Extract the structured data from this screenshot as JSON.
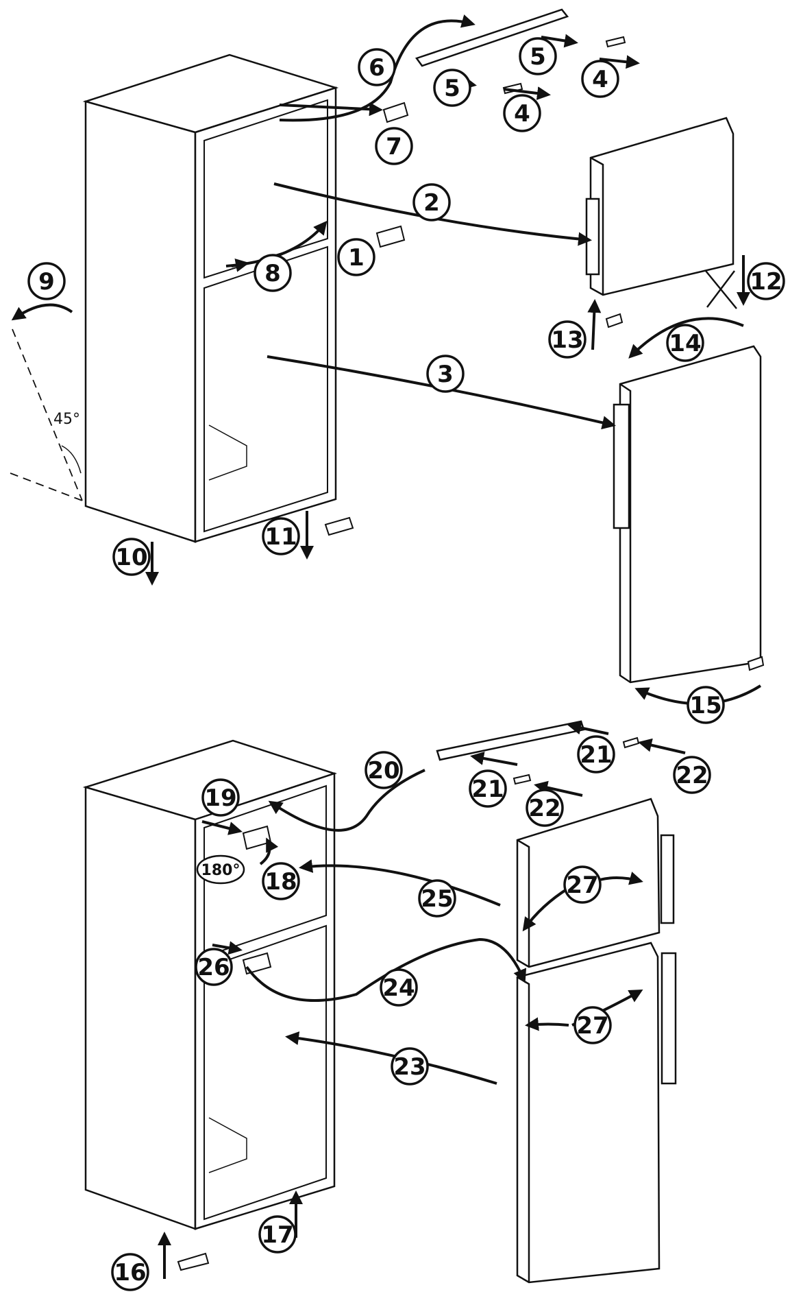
{
  "step_labels": [
    "1",
    "2",
    "3",
    "4",
    "5",
    "6",
    "7",
    "8",
    "9",
    "10",
    "11",
    "12",
    "13",
    "14",
    "15",
    "16",
    "17",
    "18",
    "19",
    "20",
    "21",
    "22",
    "23",
    "24",
    "25",
    "26",
    "27"
  ],
  "angle_labels": {
    "tilt": "45°",
    "rotate": "180°"
  },
  "colors": {
    "line": "#111111",
    "panel": "#ffffff",
    "shade": "#eeeeee"
  }
}
